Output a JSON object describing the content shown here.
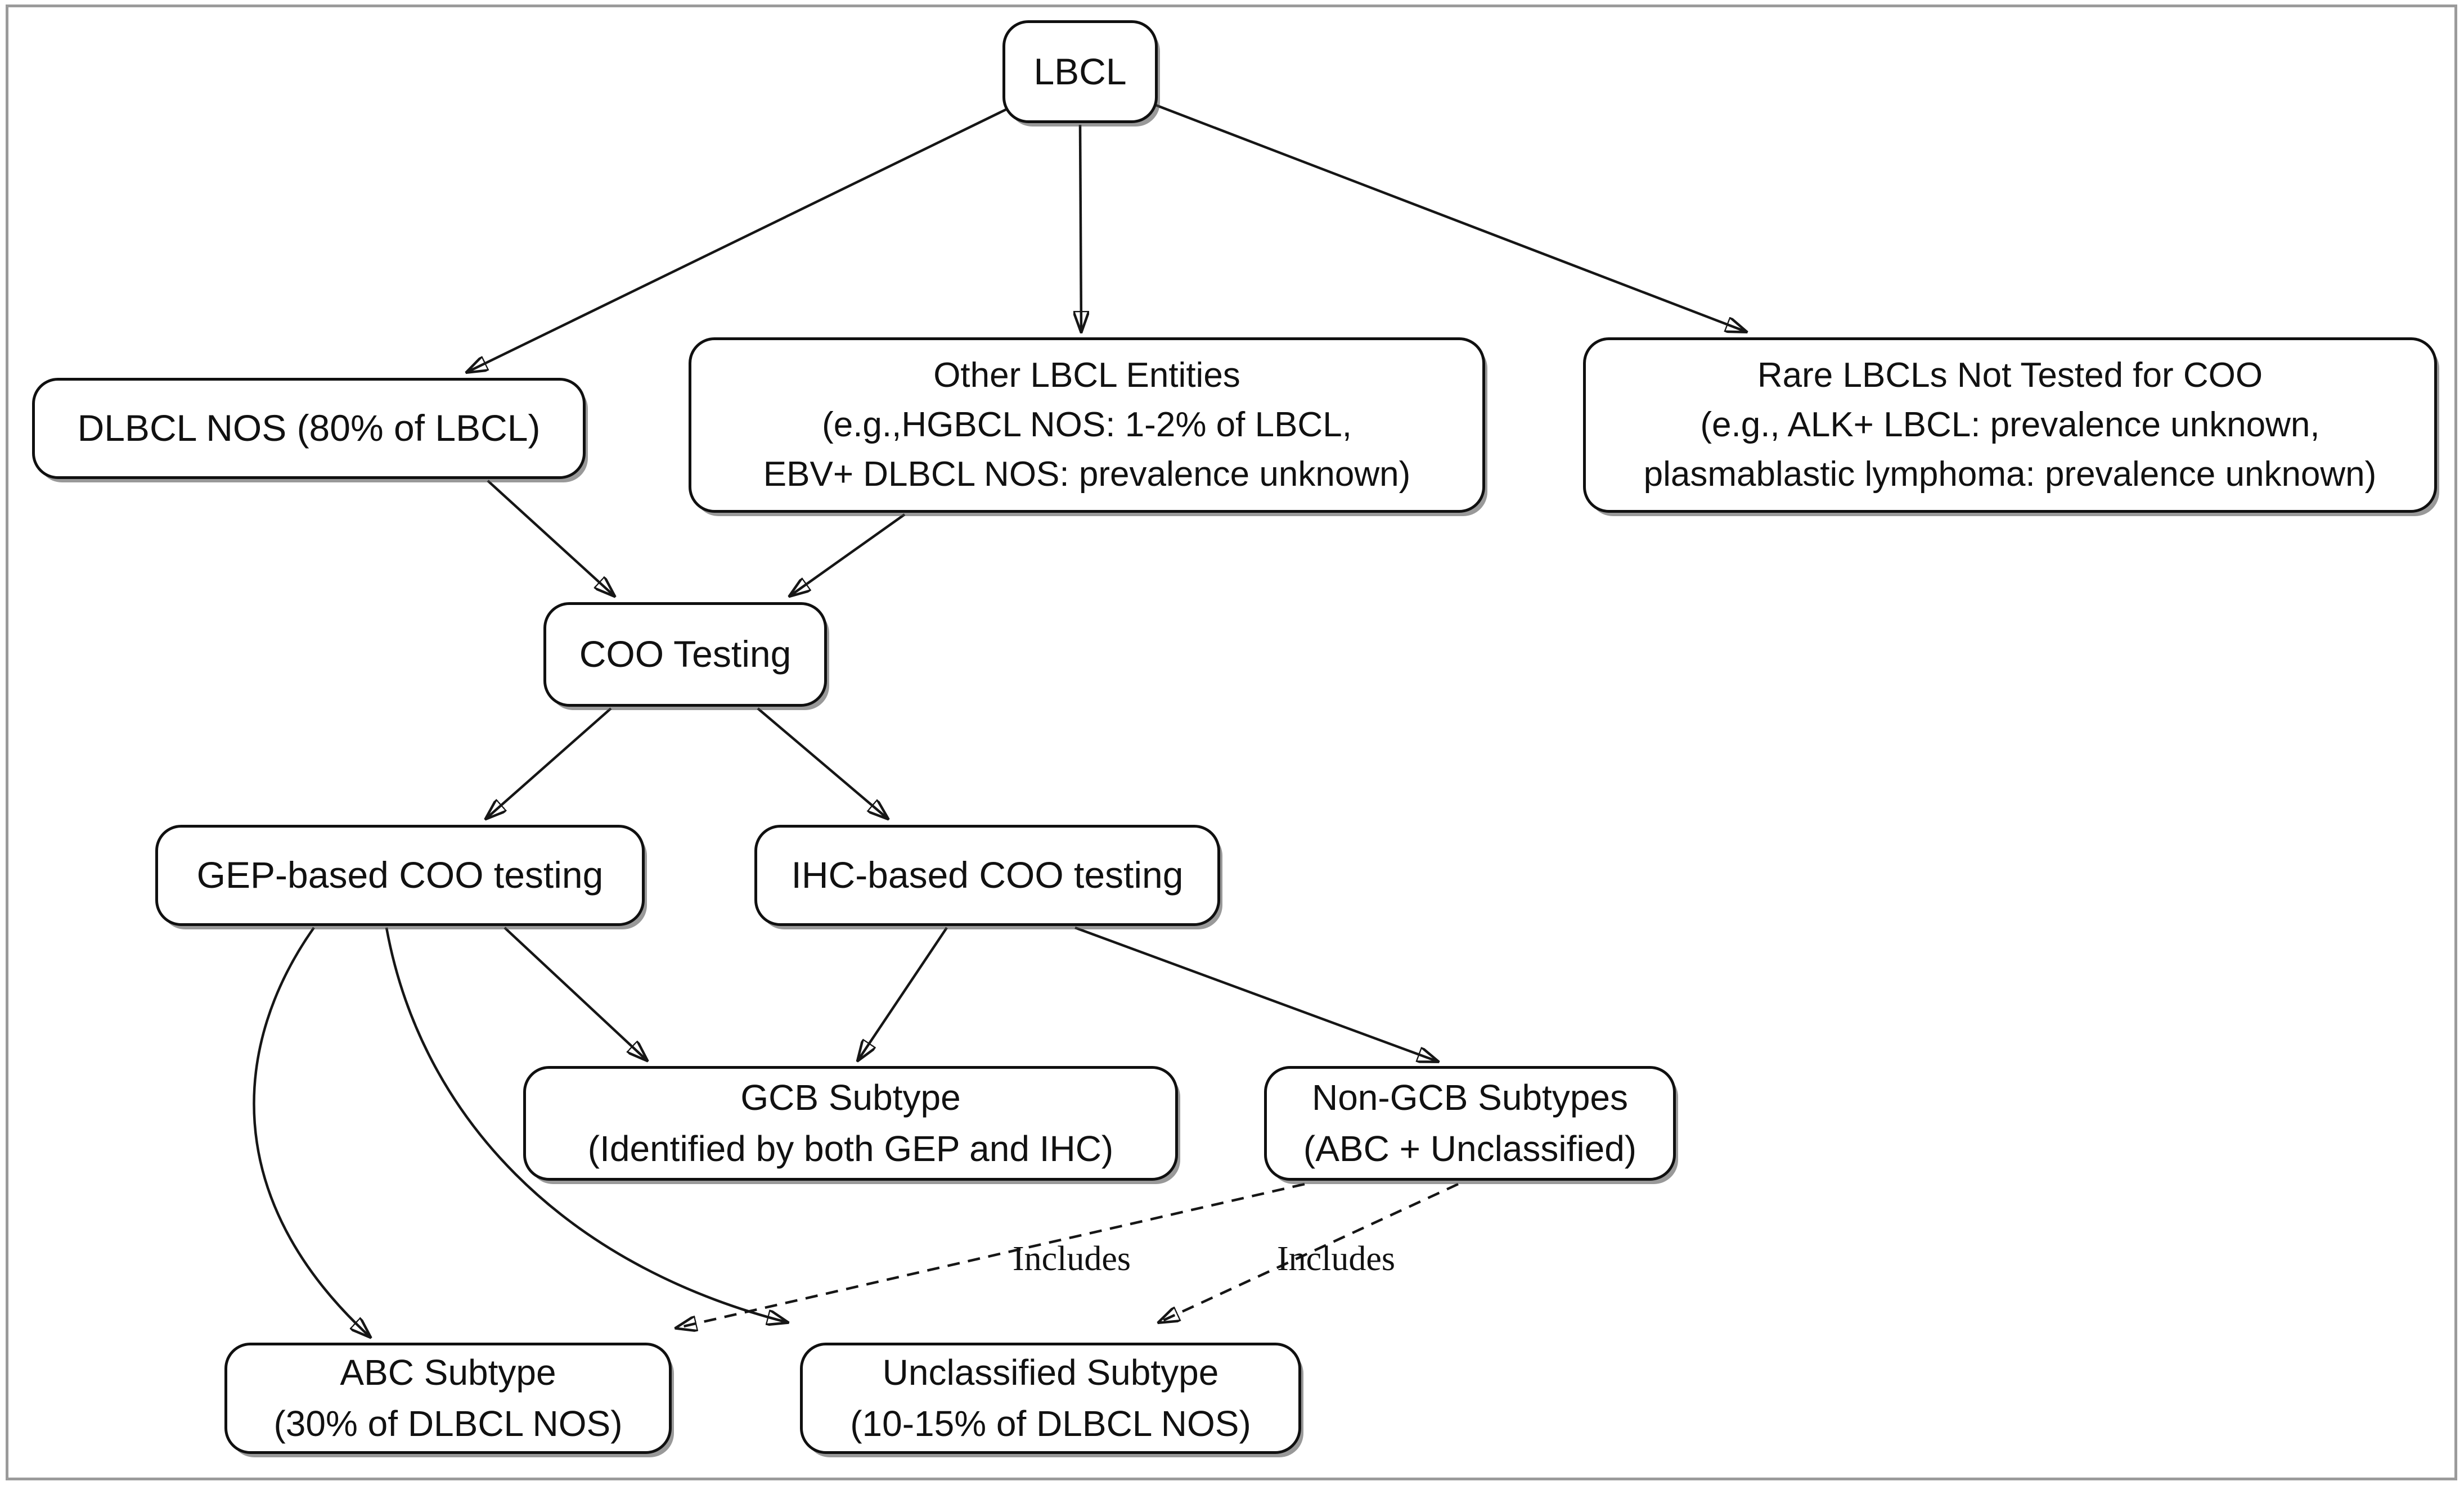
{
  "figure": {
    "background_color": "#ffffff",
    "frame_color": "#9b9b9b",
    "line_color": "#161616",
    "node_fill": "#ffffff",
    "node_border": "#101010"
  },
  "nodes": {
    "lbcl": {
      "lines": [
        "LBCL"
      ]
    },
    "dlbcl_nos": {
      "lines": [
        "DLBCL NOS (80% of LBCL)"
      ]
    },
    "other_entities": {
      "lines": [
        "Other LBCL Entities",
        "(e.g.,HGBCL NOS: 1-2% of LBCL,",
        "EBV+ DLBCL NOS: prevalence unknown)"
      ]
    },
    "rare_lbcls": {
      "lines": [
        "Rare LBCLs Not Tested for COO",
        "(e.g., ALK+ LBCL: prevalence unknown,",
        "plasmablastic lymphoma: prevalence unknown)"
      ]
    },
    "coo_testing": {
      "lines": [
        "COO Testing"
      ]
    },
    "gep_testing": {
      "lines": [
        "GEP-based COO testing"
      ]
    },
    "ihc_testing": {
      "lines": [
        "IHC-based COO testing"
      ]
    },
    "gcb_subtype": {
      "lines": [
        "GCB Subtype",
        "(Identified by both GEP and IHC)"
      ]
    },
    "non_gcb": {
      "lines": [
        "Non-GCB Subtypes",
        "(ABC + Unclassified)"
      ]
    },
    "abc_subtype": {
      "lines": [
        "ABC Subtype",
        "(30% of DLBCL NOS)"
      ]
    },
    "unclassified": {
      "lines": [
        "Unclassified Subtype",
        "(10-15% of DLBCL NOS)"
      ]
    }
  },
  "edges": [
    {
      "from": "LBCL",
      "to": "DLBCL NOS (80% of LBCL)",
      "style": "solid"
    },
    {
      "from": "LBCL",
      "to": "Other LBCL Entities",
      "style": "solid"
    },
    {
      "from": "LBCL",
      "to": "Rare LBCLs Not Tested for COO",
      "style": "solid"
    },
    {
      "from": "DLBCL NOS (80% of LBCL)",
      "to": "COO Testing",
      "style": "solid"
    },
    {
      "from": "Other LBCL Entities",
      "to": "COO Testing",
      "style": "solid"
    },
    {
      "from": "COO Testing",
      "to": "GEP-based COO testing",
      "style": "solid"
    },
    {
      "from": "COO Testing",
      "to": "IHC-based COO testing",
      "style": "solid"
    },
    {
      "from": "GEP-based COO testing",
      "to": "GCB Subtype",
      "style": "solid"
    },
    {
      "from": "GEP-based COO testing",
      "to": "ABC Subtype",
      "style": "solid",
      "shape": "curved"
    },
    {
      "from": "GEP-based COO testing",
      "to": "Unclassified Subtype",
      "style": "solid",
      "shape": "curved"
    },
    {
      "from": "IHC-based COO testing",
      "to": "GCB Subtype",
      "style": "solid"
    },
    {
      "from": "IHC-based COO testing",
      "to": "Non-GCB Subtypes",
      "style": "solid"
    },
    {
      "from": "Non-GCB Subtypes",
      "to": "ABC Subtype",
      "style": "dashed",
      "label": "Includes"
    },
    {
      "from": "Non-GCB Subtypes",
      "to": "Unclassified Subtype",
      "style": "dashed",
      "label": "Includes"
    }
  ],
  "edge_labels": {
    "includes_left": "Includes",
    "includes_right": "Includes"
  }
}
